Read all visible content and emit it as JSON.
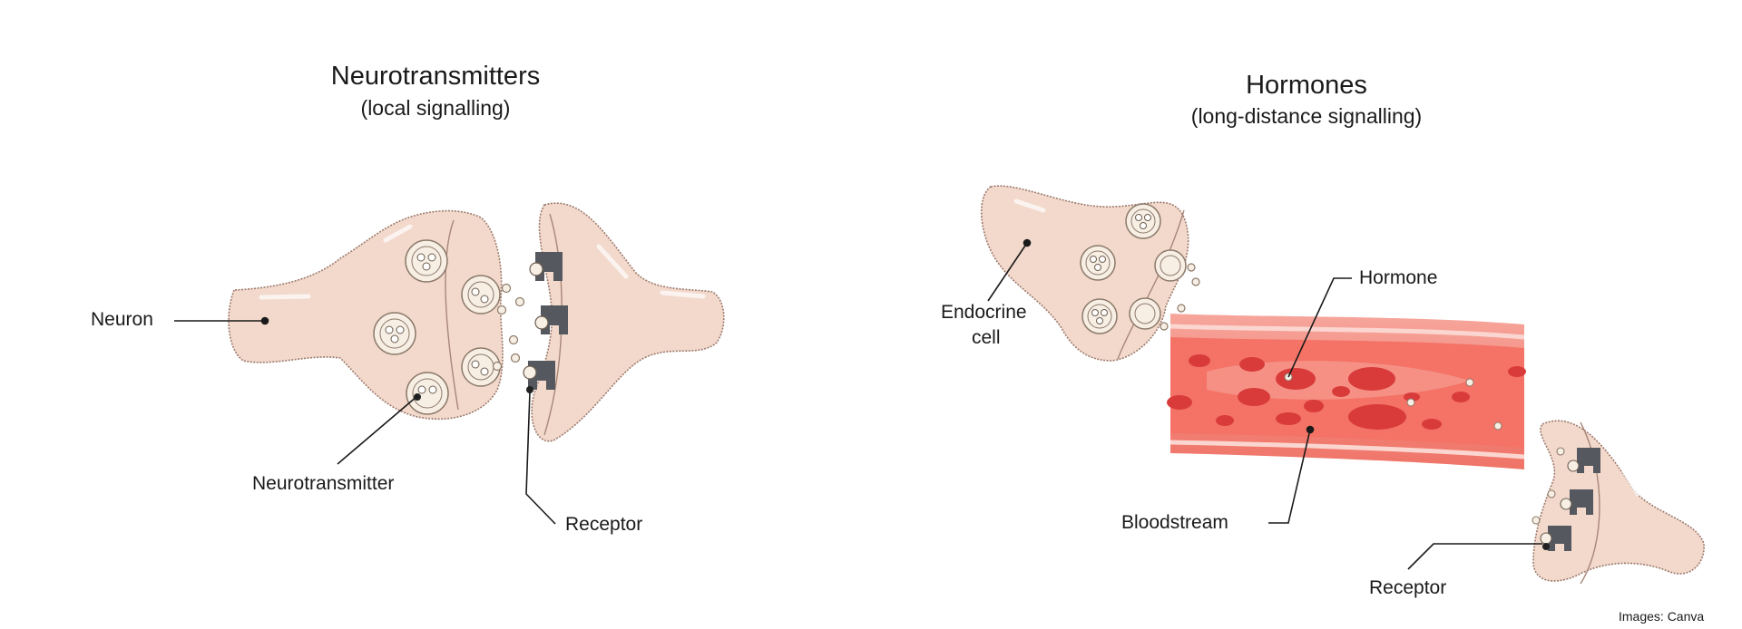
{
  "left_panel": {
    "title": "Neurotransmitters",
    "subtitle": "(local signalling)",
    "labels": {
      "neuron": "Neuron",
      "neurotransmitter": "Neurotransmitter",
      "receptor": "Receptor"
    }
  },
  "right_panel": {
    "title": "Hormones",
    "subtitle": "(long-distance signalling)",
    "labels": {
      "endocrine_line1": "Endocrine",
      "endocrine_line2": "cell",
      "hormone": "Hormone",
      "bloodstream": "Bloodstream",
      "receptor": "Receptor"
    }
  },
  "credit": "Images: Canva",
  "colors": {
    "cell_fill": "#f2d9cc",
    "cell_outline": "#9c7a6c",
    "vessel_wall": "#ef8a80",
    "blood": "#f26b60",
    "rbc": "#d93b3b",
    "receptor": "#55585e",
    "text": "#1a1a1a"
  }
}
